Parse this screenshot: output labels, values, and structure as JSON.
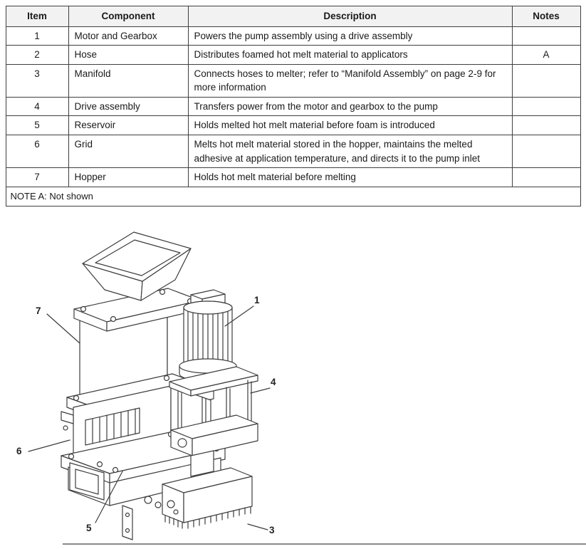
{
  "table": {
    "headers": [
      "Item",
      "Component",
      "Description",
      "Notes"
    ],
    "rows": [
      {
        "item": "1",
        "component": "Motor and Gearbox",
        "description": "Powers the pump assembly using a drive assembly",
        "notes": ""
      },
      {
        "item": "2",
        "component": "Hose",
        "description": "Distributes foamed hot melt material to applicators",
        "notes": "A"
      },
      {
        "item": "3",
        "component": "Manifold",
        "description": "Connects hoses to melter; refer to “Manifold Assembly” on page 2-9 for more information",
        "notes": ""
      },
      {
        "item": "4",
        "component": "Drive assembly",
        "description": "Transfers power from the motor and gearbox to the pump",
        "notes": ""
      },
      {
        "item": "5",
        "component": "Reservoir",
        "description": "Holds melted hot melt material before foam is introduced",
        "notes": ""
      },
      {
        "item": "6",
        "component": "Grid",
        "description": "Melts hot melt material stored in the hopper, maintains the melted adhesive at application temperature, and directs it to the pump inlet",
        "notes": ""
      },
      {
        "item": "7",
        "component": "Hopper",
        "description": "Holds hot melt material before melting",
        "notes": ""
      }
    ],
    "note": "NOTE A: Not shown"
  },
  "figure": {
    "callouts": [
      {
        "id": "7",
        "label": "7"
      },
      {
        "id": "1",
        "label": "1"
      },
      {
        "id": "4",
        "label": "4"
      },
      {
        "id": "6",
        "label": "6"
      },
      {
        "id": "5",
        "label": "5"
      },
      {
        "id": "3",
        "label": "3"
      }
    ]
  }
}
